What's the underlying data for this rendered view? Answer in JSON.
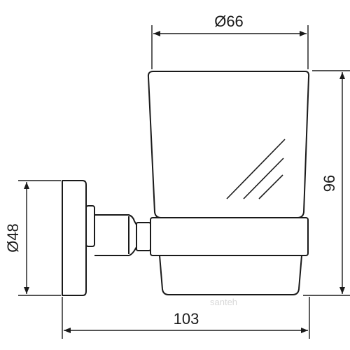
{
  "dimensions": {
    "cup_diameter": "Ø66",
    "total_height": "96",
    "base_diameter": "Ø48",
    "total_depth": "103"
  },
  "watermark": "santeh",
  "colors": {
    "line": "#1a1a1a",
    "background": "#ffffff"
  }
}
